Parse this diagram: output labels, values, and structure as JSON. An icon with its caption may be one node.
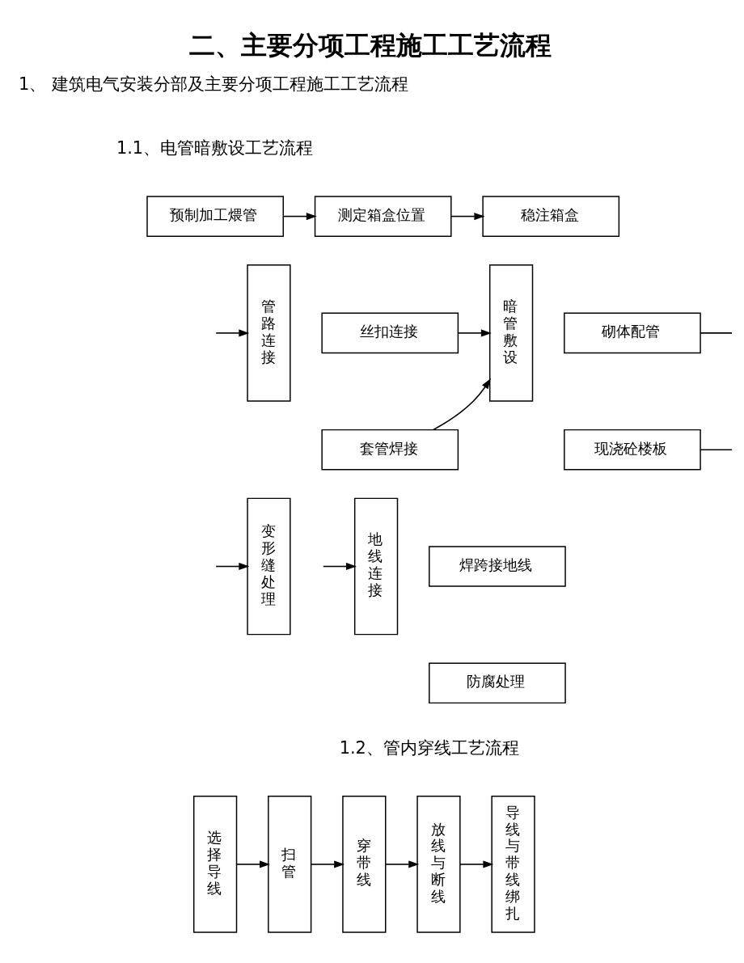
{
  "diagram": {
    "title": "二、主要分项工程施工工艺流程",
    "nodes": [
      {
        "text": [
          "预制加工煨管"
        ]
      },
      {
        "text": [
          "测定箱盒位置"
        ]
      },
      {
        "text": [
          "稳注箱盒"
        ]
      },
      {
        "text": [
          "管路连接"
        ]
      },
      {
        "text": [
          "丝扣连接"
        ]
      },
      {
        "text": [
          "套管焊接"
        ]
      },
      {
        "text": [
          "暗管敷设"
        ]
      },
      {
        "text": [
          "砌体配管"
        ]
      },
      {
        "text": [
          "现浇砼楼板"
        ]
      },
      {
        "text": [
          "变形缝处理"
        ]
      },
      {
        "text": [
          "地线连接"
        ]
      },
      {
        "text": [
          "焊跨接地线"
        ]
      },
      {
        "text": [
          "防腐处理"
        ]
      },
      {
        "text": [
          "选择导线"
        ]
      },
      {
        "text": [
          "扫管"
        ]
      },
      {
        "text": [
          "穿带线"
        ]
      },
      {
        "text": [
          "放线与断线"
        ]
      },
      {
        "text": [
          "导线与带线绑扎"
        ]
      }
    ],
    "edges": [
      {
        "from": 0,
        "to": 1,
        "arrow": "to"
      },
      {
        "from": 1,
        "to": 2,
        "arrow": "to"
      },
      {
        "from": null,
        "to": 3,
        "arrow": "to"
      },
      {
        "from": 4,
        "to": 6,
        "arrow": "to"
      },
      {
        "from": 5,
        "to": 6,
        "arrow": "to"
      },
      {
        "from": 7,
        "to": null,
        "arrow": "none"
      },
      {
        "from": 8,
        "to": null,
        "arrow": "none"
      },
      {
        "from": null,
        "to": 9,
        "arrow": "to"
      },
      {
        "from": null,
        "to": 10,
        "arrow": "to"
      },
      {
        "from": 13,
        "to": 14,
        "arrow": "to"
      },
      {
        "from": 14,
        "to": 15,
        "arrow": "to"
      },
      {
        "from": 15,
        "to": 16,
        "arrow": "to"
      },
      {
        "from": 16,
        "to": 17,
        "arrow": "to"
      }
    ],
    "labels": [
      "1、 建筑电气安装分部及主要分项工程施工工艺流程",
      "1.1、电管暗敷设工艺流程",
      "1.2、管内穿线工艺流程"
    ]
  }
}
